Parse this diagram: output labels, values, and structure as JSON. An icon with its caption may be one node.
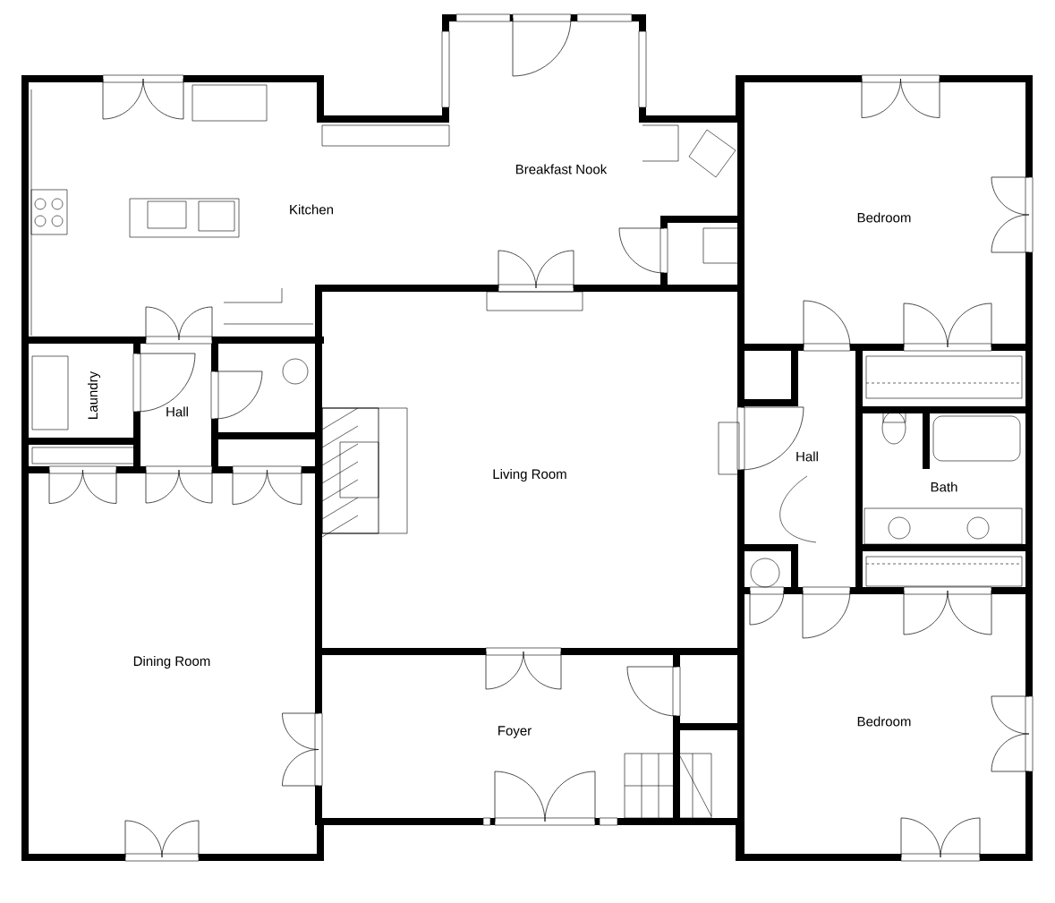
{
  "diagram": {
    "labels": [
      "Breakfast Nook",
      "Bedroom",
      "Kitchen",
      "Laundry",
      "Hall",
      "Hall",
      "Living Room",
      "Bath",
      "Dining Room",
      "Bedroom",
      "Foyer"
    ]
  }
}
